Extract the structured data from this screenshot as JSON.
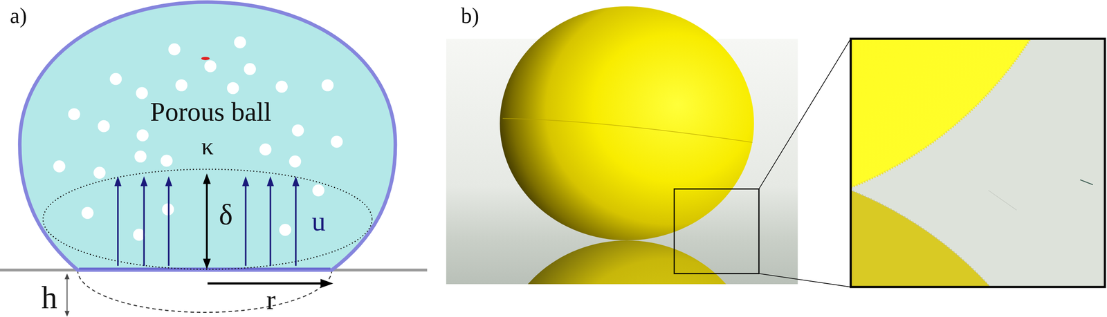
{
  "diagram": {
    "nodes": [
      {
        "text": [
          "Porous ball",
          "κ"
        ]
      }
    ],
    "labels": [
      "a)",
      "b)",
      "δ",
      "u",
      "h",
      "r"
    ]
  }
}
